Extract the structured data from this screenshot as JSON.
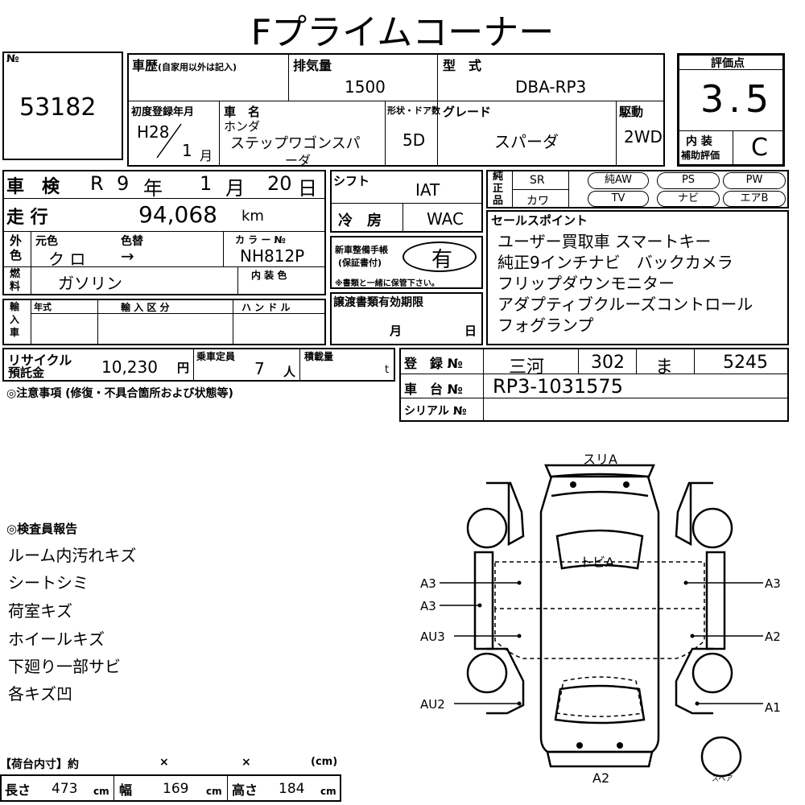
{
  "title": "Fプライムコーナー",
  "lot": {
    "label": "№",
    "number": "53182"
  },
  "history": {
    "label": "車歴",
    "sub": "(自家用以外は記入)"
  },
  "displacement": {
    "label": "排気量",
    "value": "1500"
  },
  "model": {
    "label": "型　式",
    "value": "DBA-RP3"
  },
  "score": {
    "label": "評価点",
    "value": "3.5",
    "interior_label_1": "内 装",
    "interior_label_2": "補助評価",
    "interior_value": "C"
  },
  "first_reg": {
    "label": "初度登録年月",
    "era": "H28",
    "month": "1",
    "month_unit": "月"
  },
  "car_name": {
    "label": "車　名",
    "maker": "ホンダ",
    "name1": "ステップワゴンスパ",
    "name2": "ーダ"
  },
  "doors": {
    "label": "形状・ドア数",
    "value": "5D"
  },
  "grade": {
    "label": "グレード",
    "value": "スパーダ"
  },
  "drive": {
    "label": "駆動",
    "value": "2WD"
  },
  "inspection": {
    "label": "車　検",
    "era": "R",
    "year": "9",
    "year_unit": "年",
    "month": "1",
    "month_unit": "月",
    "day": "20",
    "day_unit": "日"
  },
  "mileage": {
    "label": "走 行",
    "value": "94,068",
    "unit": "km"
  },
  "exterior": {
    "side_label": "外色",
    "orig_label": "元色",
    "change_label": "色替",
    "orig_value": "ク ロ",
    "change_value": "→",
    "color_no_label": "カ ラ ー №",
    "color_no": "NH812P",
    "interior_color_label": "内 装 色"
  },
  "fuel": {
    "label": "燃料",
    "value": "ガソリン"
  },
  "import": {
    "side_label": "輸入車",
    "year_label": "年式",
    "type_label": "輸 入 区 分",
    "handle_label": "ハ ン ド ル"
  },
  "shift": {
    "label": "シフト",
    "value": "IAT"
  },
  "ac": {
    "label": "冷　房",
    "value": "WAC"
  },
  "manual": {
    "label_1": "新車整備手帳",
    "label_2": "(保証書付)",
    "value": "有",
    "note": "※書類と一緒に保管下さい。"
  },
  "transfer": {
    "label": "譲渡書類有効期限",
    "month_unit": "月",
    "day_unit": "日"
  },
  "genuine": {
    "side_label": "純正品",
    "sr": "SR",
    "kawa": "カワ",
    "items": [
      "純AW",
      "PS",
      "PW",
      "TV",
      "ナビ",
      "エアB"
    ]
  },
  "sales_point": {
    "label": "セールスポイント",
    "lines": [
      "ユーザー買取車 スマートキー",
      "純正9インチナビ　バックカメラ",
      "フリップダウンモニター",
      "アダプティブクルーズコントロール",
      "フォグランプ"
    ]
  },
  "recycle": {
    "label_1": "リサイクル",
    "label_2": "預託金",
    "value": "10,230",
    "unit": "円"
  },
  "capacity": {
    "label": "乗車定員",
    "value": "7",
    "unit": "人"
  },
  "load": {
    "label": "積載量",
    "unit": "t"
  },
  "registration": {
    "label": "登　録 №",
    "region": "三河",
    "class": "302",
    "kana": "ま",
    "number": "5245"
  },
  "chassis": {
    "label": "車　台 №",
    "value": "RP3-1031575"
  },
  "serial": {
    "label": "シリアル №"
  },
  "caution_label": "◎注意事項 (修復・不具合箇所および状態等)",
  "inspector": {
    "label": "◎検査員報告",
    "lines": [
      "ルーム内汚れキズ",
      "シートシミ",
      "荷室キズ",
      "ホイールキズ",
      "下廻り一部サビ",
      "各キズ凹"
    ]
  },
  "cargo": {
    "label": "【荷台内寸】約",
    "x1": "×",
    "x2": "×",
    "unit_cm": "(cm)",
    "length_label": "長さ",
    "length": "473",
    "width_label": "幅",
    "width": "169",
    "height_label": "高さ",
    "height": "184",
    "cm": "cm"
  },
  "diagram": {
    "front": "スリA",
    "hood": "トビA",
    "rear": "A2",
    "spare": "スペア",
    "left": [
      "A3",
      "A3",
      "AU3",
      "AU2"
    ],
    "right": [
      "A3",
      "A2",
      "A1"
    ]
  }
}
